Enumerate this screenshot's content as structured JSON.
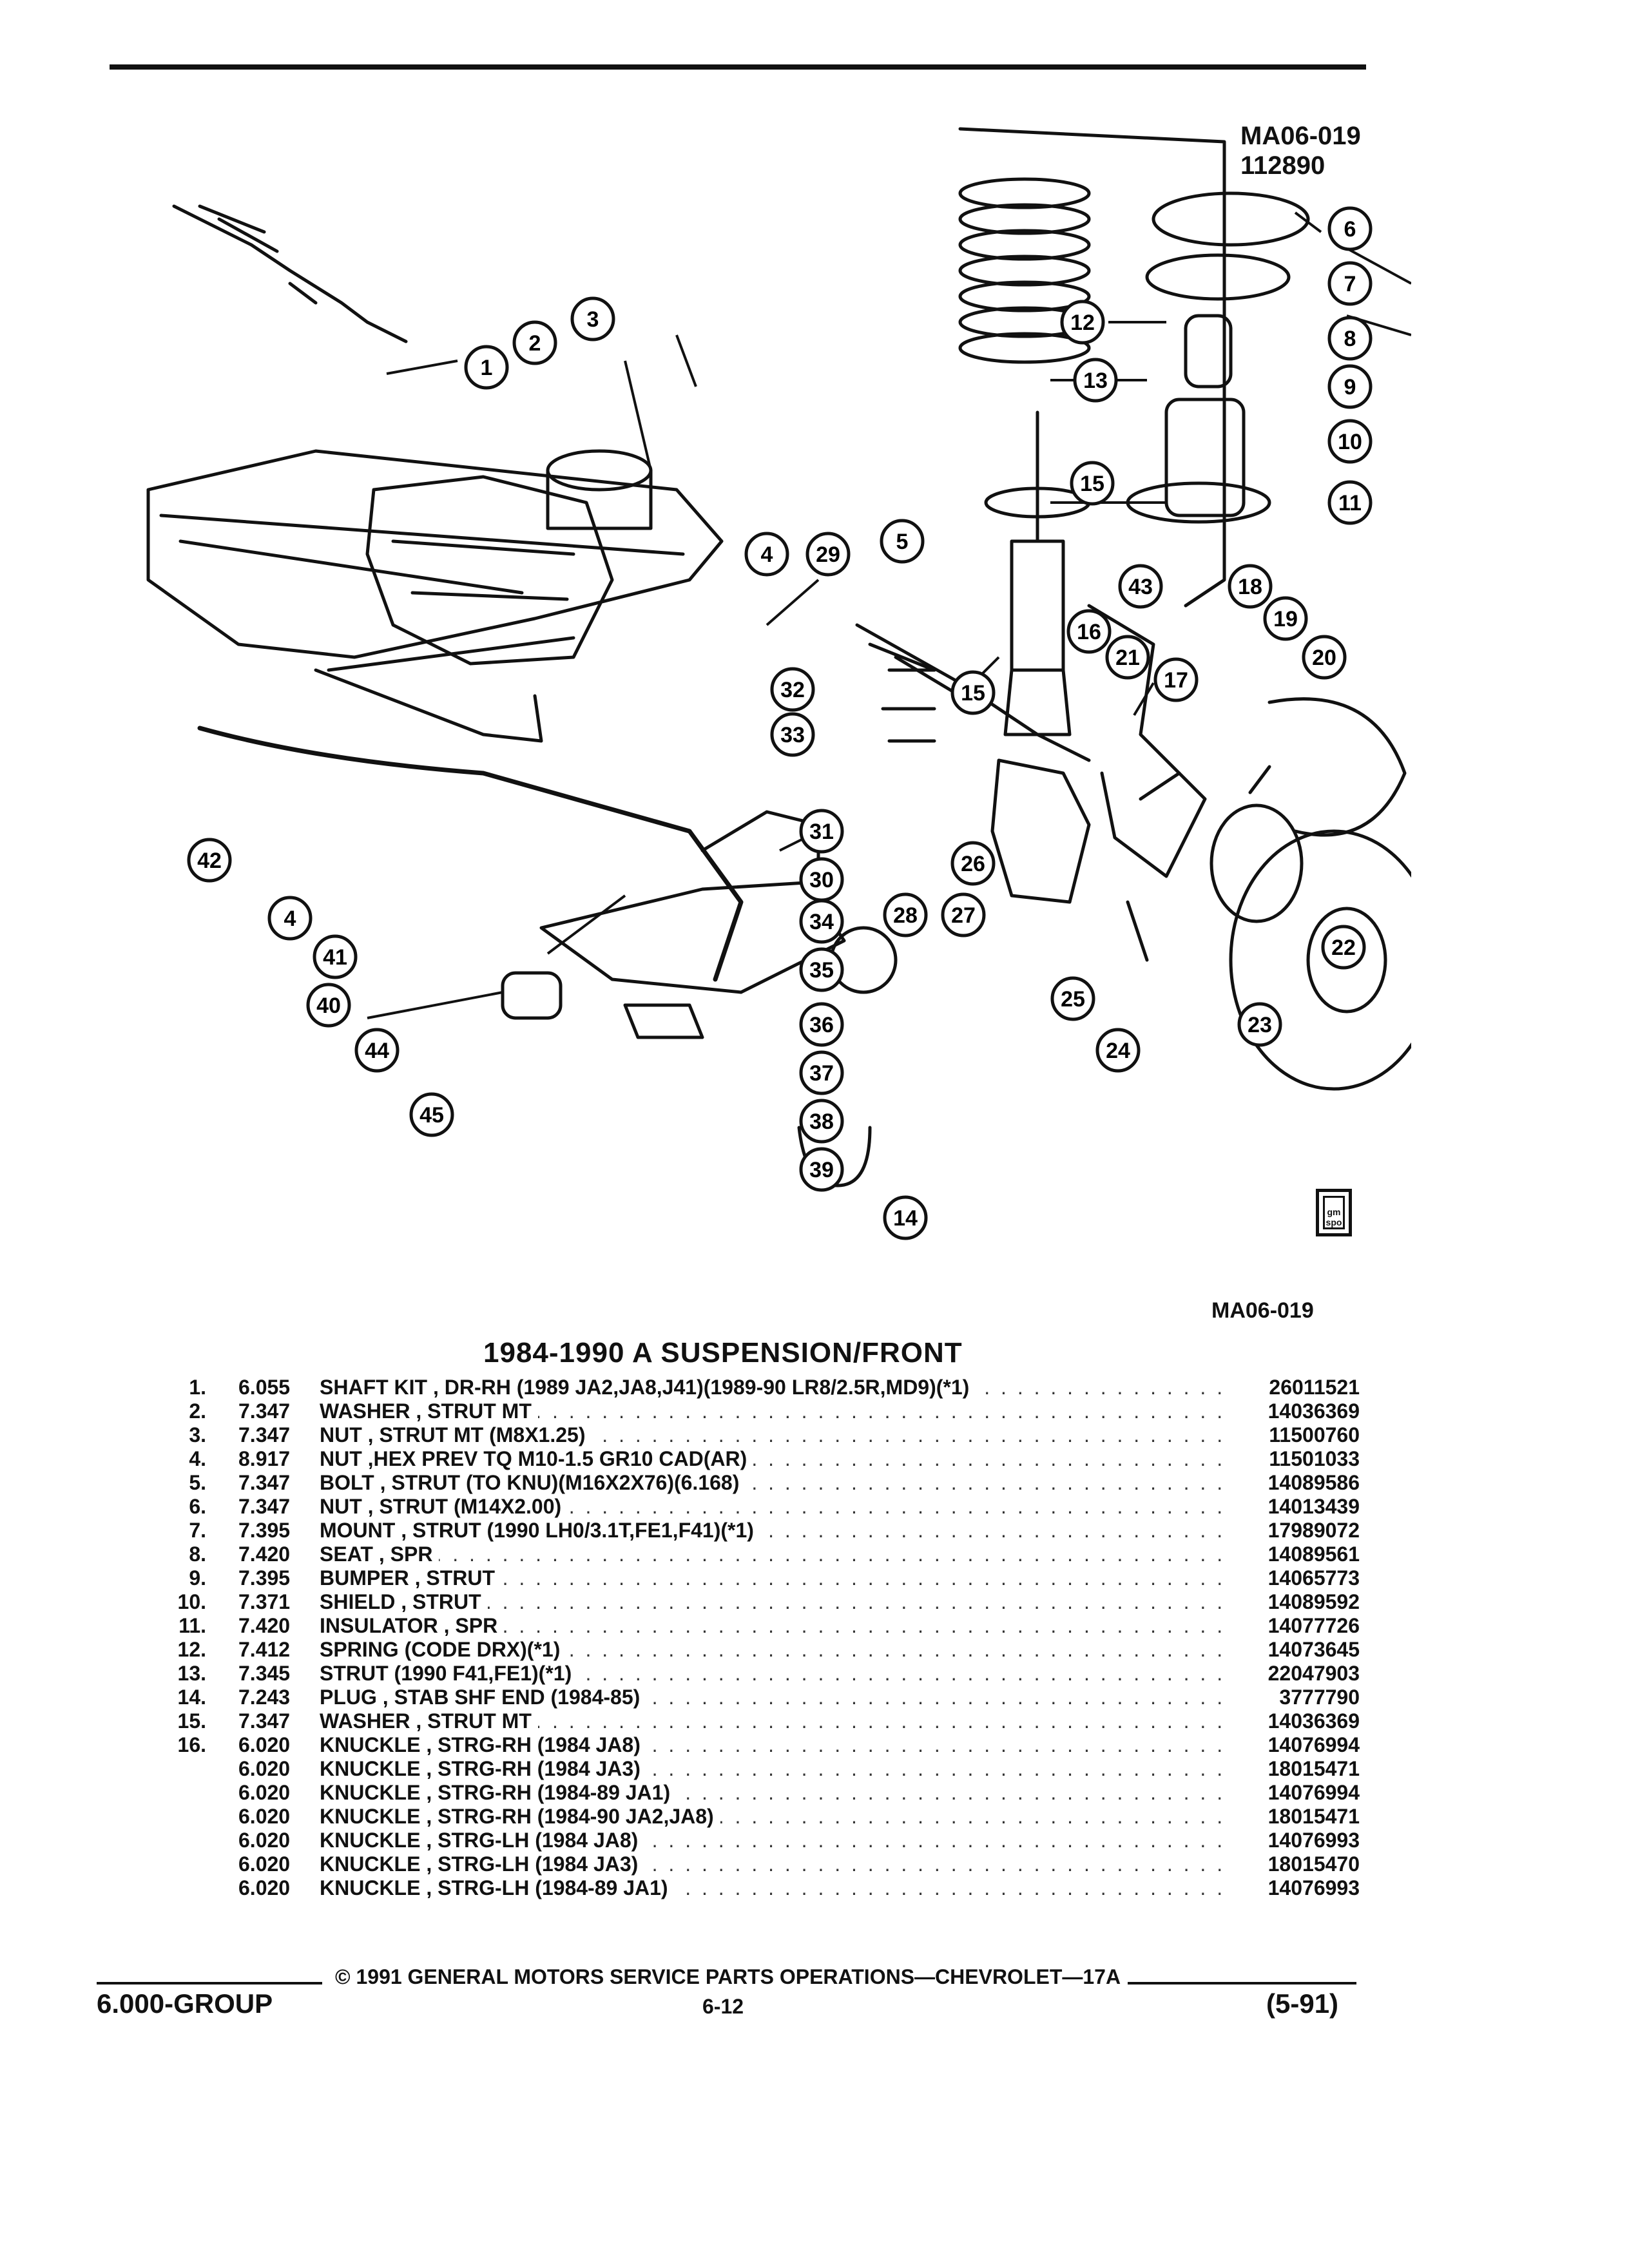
{
  "figure": {
    "id_top": "MA06-019",
    "date_code": "112890",
    "id_bottom": "MA06-019",
    "logo_text": "gm spo",
    "callouts": [
      "1",
      "2",
      "3",
      "4",
      "5",
      "6",
      "7",
      "8",
      "9",
      "10",
      "11",
      "12",
      "13",
      "14",
      "15",
      "16",
      "17",
      "18",
      "19",
      "20",
      "21",
      "22",
      "23",
      "24",
      "25",
      "26",
      "27",
      "28",
      "29",
      "30",
      "31",
      "32",
      "33",
      "34",
      "35",
      "36",
      "37",
      "38",
      "39",
      "40",
      "41",
      "42",
      "43",
      "44",
      "45"
    ]
  },
  "section_title": "1984-1990 A SUSPENSION/FRONT",
  "parts": [
    {
      "num": "1.",
      "group": "6.055",
      "desc": "SHAFT KIT , DR-RH (1989 JA2,JA8,J41)(1989-90 LR8/2.5R,MD9)(*1)",
      "part_no": "26011521"
    },
    {
      "num": "2.",
      "group": "7.347",
      "desc": "WASHER , STRUT MT",
      "part_no": "14036369"
    },
    {
      "num": "3.",
      "group": "7.347",
      "desc": "NUT , STRUT MT (M8X1.25)",
      "part_no": "11500760"
    },
    {
      "num": "4.",
      "group": "8.917",
      "desc": "NUT ,HEX PREV TQ M10-1.5 GR10 CAD(AR)",
      "part_no": "11501033"
    },
    {
      "num": "5.",
      "group": "7.347",
      "desc": "BOLT , STRUT (TO KNU)(M16X2X76)(6.168)",
      "part_no": "14089586"
    },
    {
      "num": "6.",
      "group": "7.347",
      "desc": "NUT , STRUT (M14X2.00)",
      "part_no": "14013439"
    },
    {
      "num": "7.",
      "group": "7.395",
      "desc": "MOUNT , STRUT (1990 LH0/3.1T,FE1,F41)(*1)",
      "part_no": "17989072"
    },
    {
      "num": "8.",
      "group": "7.420",
      "desc": "SEAT , SPR",
      "part_no": "14089561"
    },
    {
      "num": "9.",
      "group": "7.395",
      "desc": "BUMPER , STRUT",
      "part_no": "14065773"
    },
    {
      "num": "10.",
      "group": "7.371",
      "desc": "SHIELD , STRUT",
      "part_no": "14089592"
    },
    {
      "num": "11.",
      "group": "7.420",
      "desc": "INSULATOR , SPR",
      "part_no": "14077726"
    },
    {
      "num": "12.",
      "group": "7.412",
      "desc": "SPRING (CODE DRX)(*1)",
      "part_no": "14073645"
    },
    {
      "num": "13.",
      "group": "7.345",
      "desc": "STRUT (1990 F41,FE1)(*1)",
      "part_no": "22047903"
    },
    {
      "num": "14.",
      "group": "7.243",
      "desc": "PLUG , STAB SHF END (1984-85)",
      "part_no": "3777790"
    },
    {
      "num": "15.",
      "group": "7.347",
      "desc": "WASHER , STRUT MT",
      "part_no": "14036369"
    },
    {
      "num": "16.",
      "group": "6.020",
      "desc": "KNUCKLE , STRG-RH (1984 JA8)",
      "part_no": "14076994"
    },
    {
      "num": "",
      "group": "6.020",
      "desc": "KNUCKLE , STRG-RH (1984 JA3)",
      "part_no": "18015471"
    },
    {
      "num": "",
      "group": "6.020",
      "desc": "KNUCKLE , STRG-RH (1984-89 JA1)",
      "part_no": "14076994"
    },
    {
      "num": "",
      "group": "6.020",
      "desc": "KNUCKLE , STRG-RH (1984-90 JA2,JA8)",
      "part_no": "18015471"
    },
    {
      "num": "",
      "group": "6.020",
      "desc": "KNUCKLE , STRG-LH (1984 JA8)",
      "part_no": "14076993"
    },
    {
      "num": "",
      "group": "6.020",
      "desc": "KNUCKLE , STRG-LH (1984 JA3)",
      "part_no": "18015470"
    },
    {
      "num": "",
      "group": "6.020",
      "desc": "KNUCKLE , STRG-LH (1984-89 JA1)",
      "part_no": "14076993"
    }
  ],
  "footer": {
    "copyright": "© 1991 GENERAL MOTORS SERVICE PARTS OPERATIONS—CHEVROLET—17A",
    "group": "6.000-GROUP",
    "page": "6-12",
    "revision": "(5-91)"
  }
}
